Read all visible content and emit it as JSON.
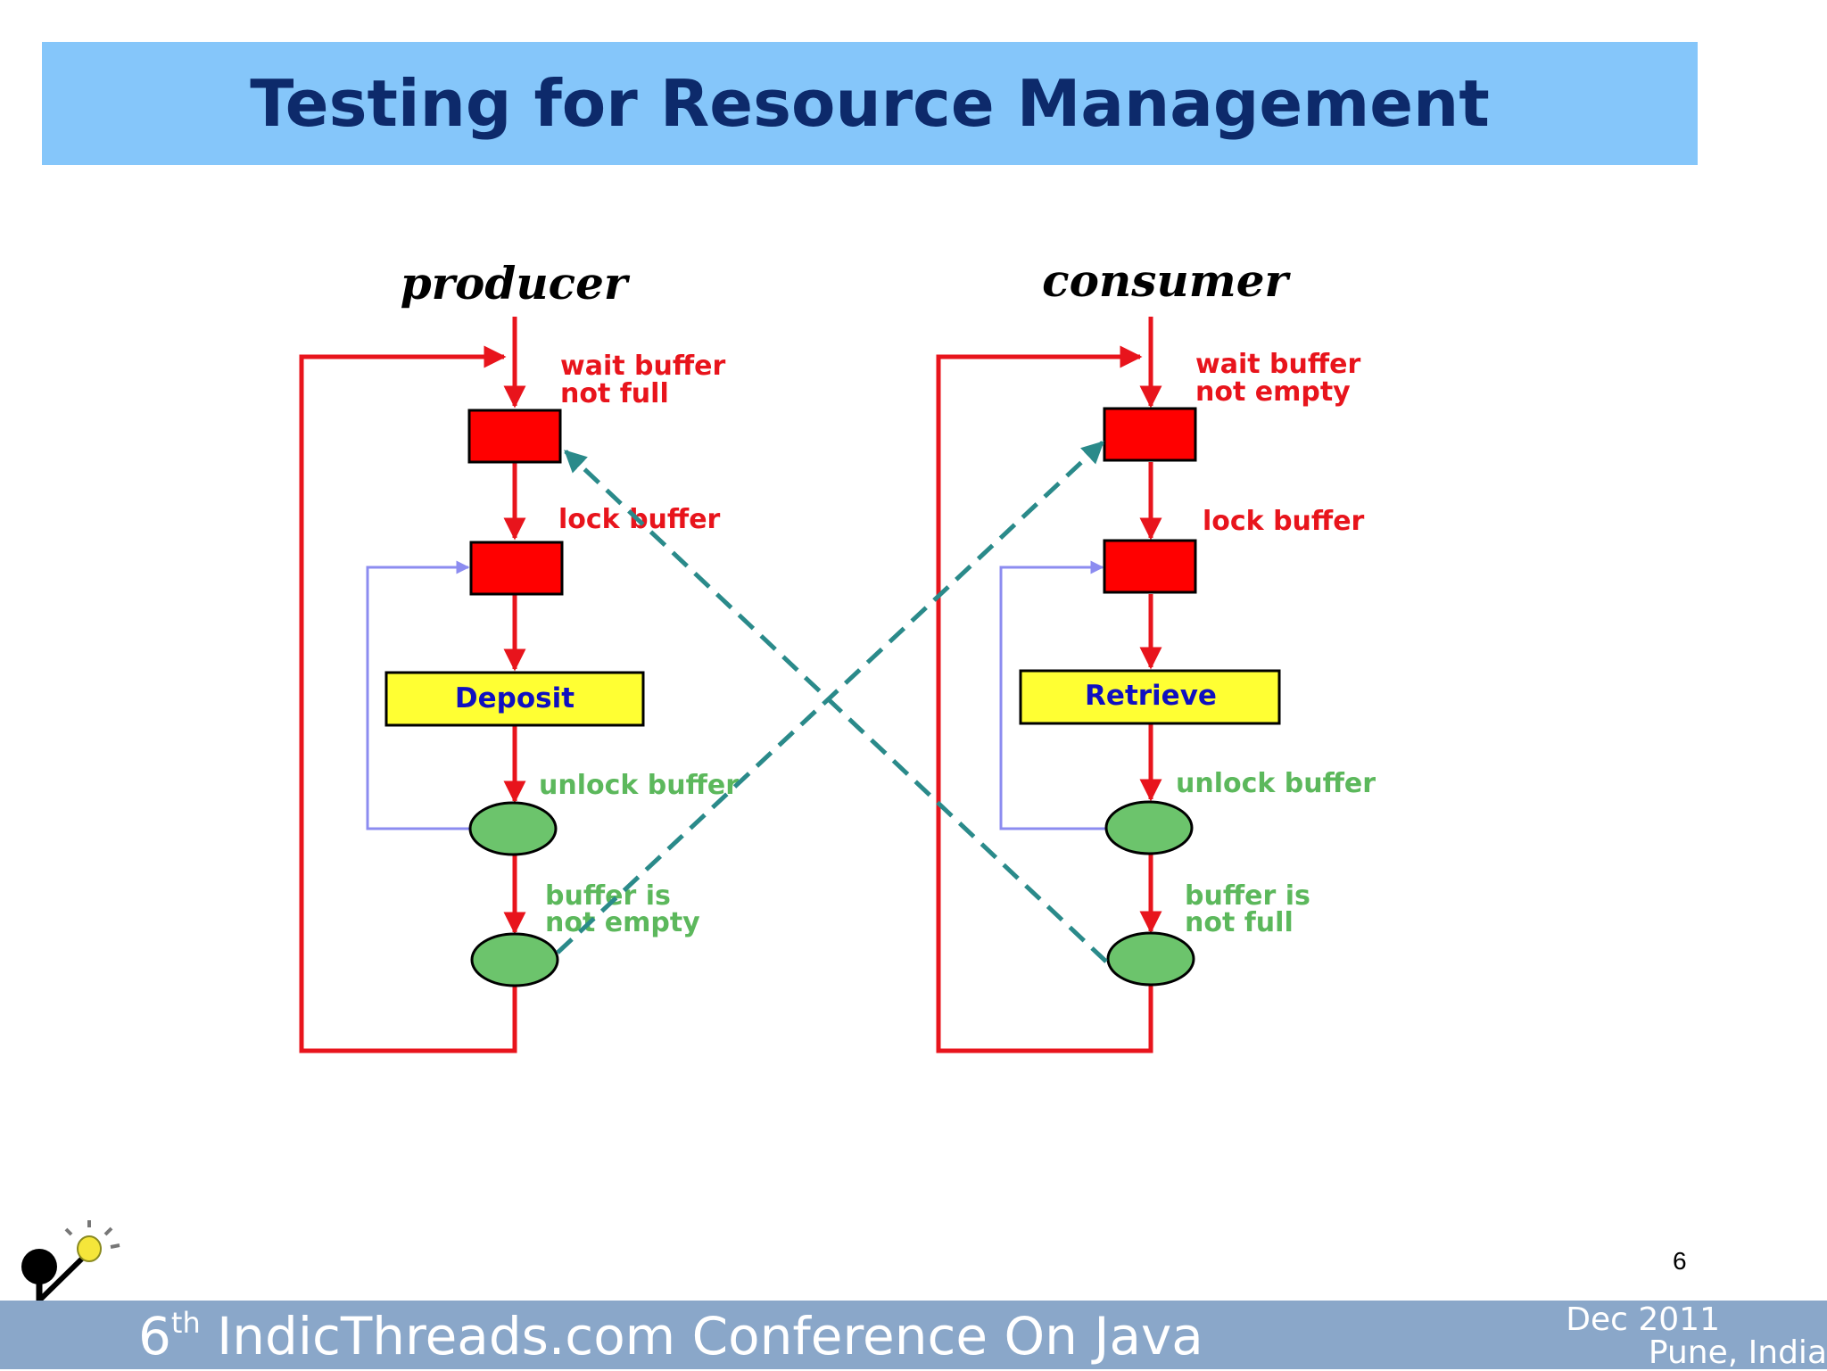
{
  "slide": {
    "title": "Testing for Resource Management",
    "page_number": "6"
  },
  "footer": {
    "ordinal": "6",
    "ordinal_suffix": "th",
    "conference": " IndicThreads.com Conference On Java",
    "date": "Dec 2011",
    "place": "Pune, India"
  },
  "diagram": {
    "producer": {
      "heading": "producer",
      "step1": [
        "wait buffer",
        "not full"
      ],
      "step2": "lock buffer",
      "action": "Deposit",
      "step3": "unlock buffer",
      "step4": [
        "buffer is",
        "not empty"
      ]
    },
    "consumer": {
      "heading": "consumer",
      "step1": [
        "wait buffer",
        "not empty"
      ],
      "step2": "lock buffer",
      "action": "Retrieve",
      "step3": "unlock buffer",
      "step4": [
        "buffer is",
        "not full"
      ]
    },
    "colors": {
      "flow": "#e8141c",
      "block": "#ff0000",
      "action_fill": "#ffff33",
      "action_text": "#1010c0",
      "signal_node": "#6cc46c",
      "signal_text": "#5cb85c",
      "loop": "#8c8cf0",
      "cross_signal": "#2a8a8a",
      "heading": "#000000"
    }
  }
}
